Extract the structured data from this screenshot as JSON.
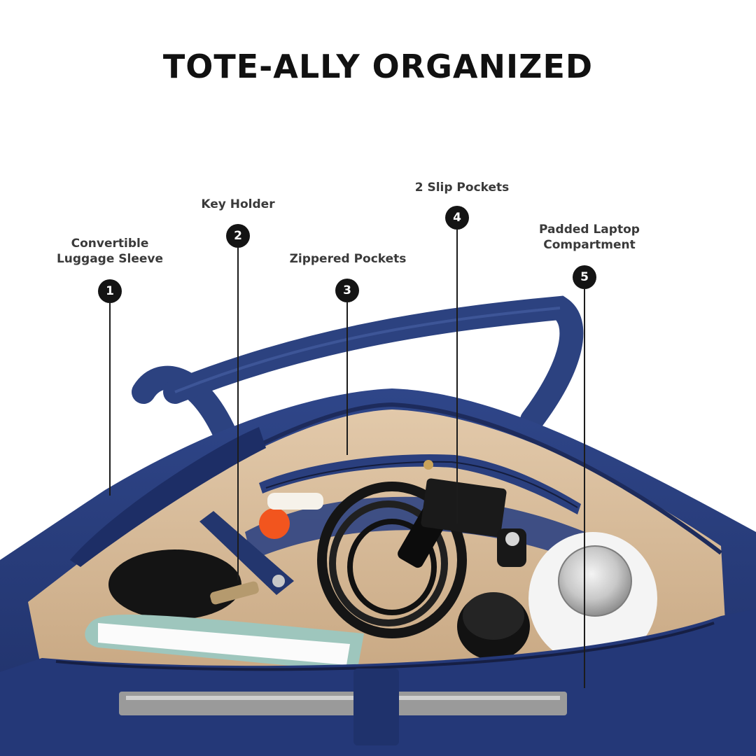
{
  "headline": "TOTE-ALLY ORGANIZED",
  "colors": {
    "bag_navy": "#263b7a",
    "lining_tan": "#d8bd9c",
    "callout_badge": "#141414",
    "headline_text": "#111111",
    "label_text": "#3a3a3a"
  },
  "callouts": [
    {
      "number": "1",
      "lines": [
        "Convertible",
        "Luggage Sleeve"
      ]
    },
    {
      "number": "2",
      "lines": [
        "Key Holder"
      ]
    },
    {
      "number": "3",
      "lines": [
        "Zippered Pockets"
      ]
    },
    {
      "number": "4",
      "lines": [
        "2 Slip Pockets"
      ]
    },
    {
      "number": "5",
      "lines": [
        "Padded Laptop",
        "Compartment"
      ]
    }
  ],
  "product_photo": {
    "description_icon": "open-tote-bag-photo"
  }
}
